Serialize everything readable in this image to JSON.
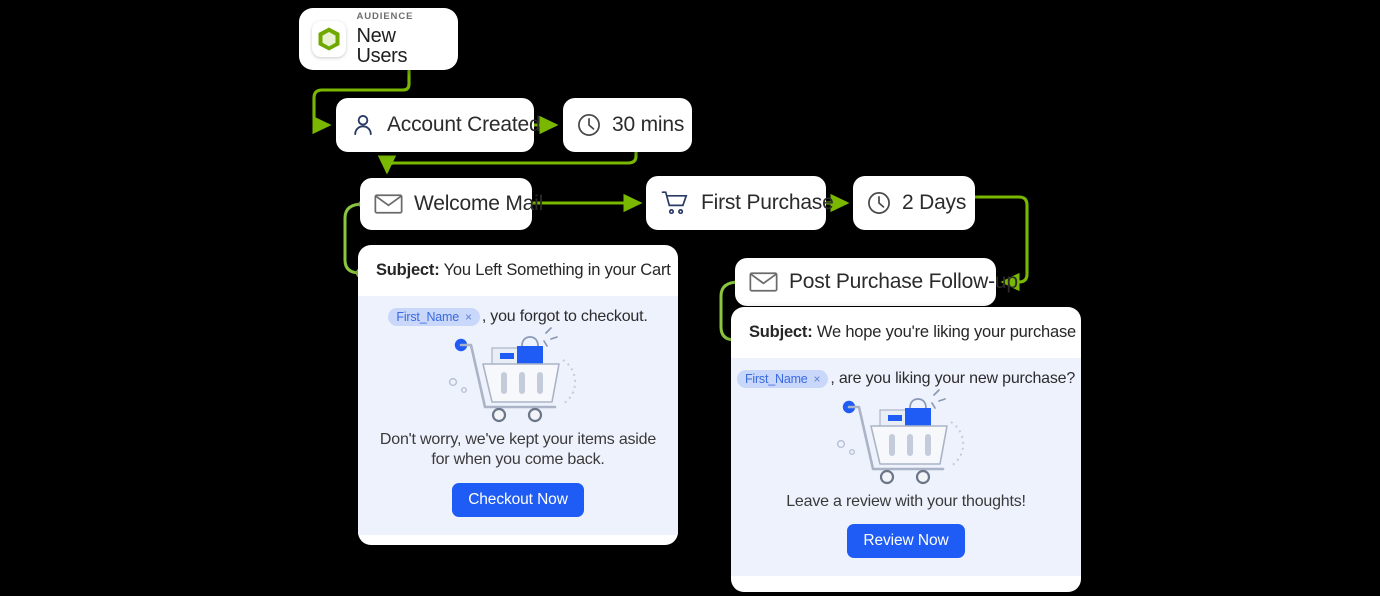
{
  "theme": {
    "connector_color": "#7ab800",
    "accent_green": "#8cc63f",
    "cta_blue": "#1f5cf5",
    "chip_bg": "#c8d7fa",
    "chip_text": "#3a6ae0",
    "card_body_bg": "#eef2fd",
    "canvas_bg": "#000000"
  },
  "audience": {
    "kicker": "AUDIENCE",
    "label": "New Users",
    "icon": "audience-hexagon-icon"
  },
  "nodes": [
    {
      "id": "account-created",
      "label": "Account Created",
      "icon": "user-icon"
    },
    {
      "id": "wait-30-mins",
      "label": "30 mins",
      "icon": "clock-icon"
    },
    {
      "id": "welcome-mail",
      "label": "Welcome Mail",
      "icon": "envelope-icon"
    },
    {
      "id": "first-purchase",
      "label": "First Purchase",
      "icon": "cart-icon"
    },
    {
      "id": "wait-2-days",
      "label": "2 Days",
      "icon": "clock-icon"
    },
    {
      "id": "post-purchase",
      "label": "Post Purchase Follow-up",
      "icon": "envelope-icon"
    }
  ],
  "cards": {
    "cart": {
      "subject_label": "Subject:",
      "subject_text": "You Left Something in your Cart",
      "chip": "First_Name",
      "chip_remove": "×",
      "greeting_rest": ", you forgot to checkout.",
      "tagline": "Don't worry, we've kept your items aside for when you come back.",
      "cta": "Checkout Now",
      "art": "shopping-cart-illustration"
    },
    "review": {
      "subject_label": "Subject:",
      "subject_text": "We hope you're liking your purchase",
      "chip": "First_Name",
      "chip_remove": "×",
      "greeting_rest": ", are you liking your new purchase?",
      "tagline": "Leave a review with your thoughts!",
      "cta": "Review Now",
      "art": "shopping-cart-illustration"
    }
  },
  "connections": [
    {
      "from": "audience",
      "to": "account-created"
    },
    {
      "from": "account-created",
      "to": "wait-30-mins"
    },
    {
      "from": "wait-30-mins",
      "to": "welcome-mail"
    },
    {
      "from": "welcome-mail",
      "to": "first-purchase"
    },
    {
      "from": "first-purchase",
      "to": "wait-2-days"
    },
    {
      "from": "wait-2-days",
      "to": "post-purchase"
    },
    {
      "from": "welcome-mail",
      "to": "cart-card"
    },
    {
      "from": "post-purchase",
      "to": "review-card"
    }
  ]
}
